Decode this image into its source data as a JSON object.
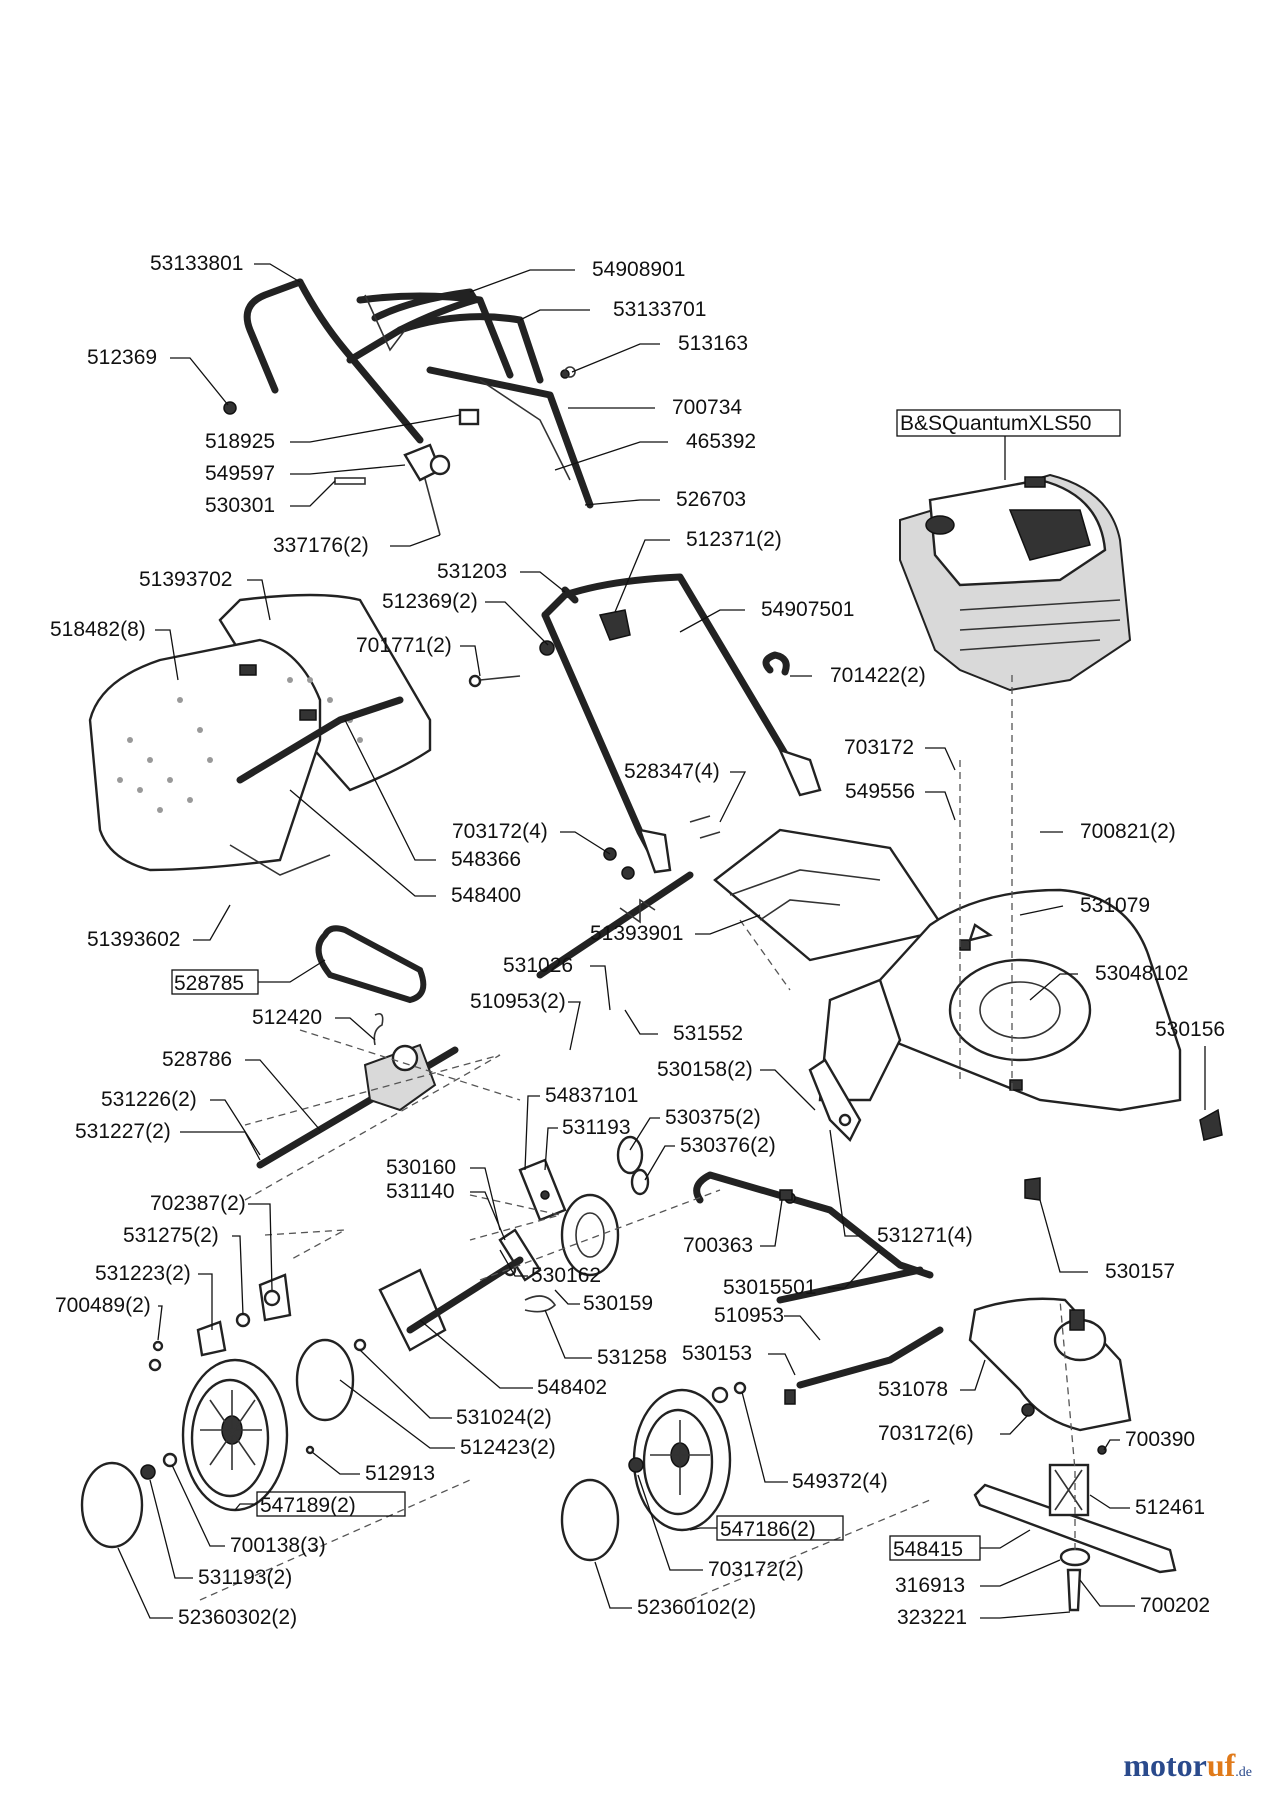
{
  "engine_label": "B&SQuantumXLS50",
  "labels": {
    "l53133801": "53133801",
    "l54908901": "54908901",
    "l53133701": "53133701",
    "l512369": "512369",
    "l513163": "513163",
    "l700734": "700734",
    "l518925": "518925",
    "l465392": "465392",
    "l549597": "549597",
    "l530301": "530301",
    "l526703": "526703",
    "l337176_2": "337176(2)",
    "l531203": "531203",
    "l512371_2": "512371(2)",
    "l51393702": "51393702",
    "l512369_2": "512369(2)",
    "l54907501": "54907501",
    "l518482_8": "518482(8)",
    "l701771_2": "701771(2)",
    "l701422_2": "701422(2)",
    "l703172_a": "703172",
    "l549556": "549556",
    "l528347_4": "528347(4)",
    "l700821_2": "700821(2)",
    "l703172_4": "703172(4)",
    "l548366": "548366",
    "l548400": "548400",
    "l531079": "531079",
    "l51393602": "51393602",
    "l51393901": "51393901",
    "l53048102": "53048102",
    "l528785": "528785",
    "l531026": "531026",
    "l510953_2": "510953(2)",
    "l531552": "531552",
    "l530156": "530156",
    "l512420": "512420",
    "l528786": "528786",
    "l530158_2": "530158(2)",
    "l54837101": "54837101",
    "l531226_2": "531226(2)",
    "l531193_a": "531193",
    "l530375_2": "530375(2)",
    "l531227_2": "531227(2)",
    "l530376_2": "530376(2)",
    "l530160": "530160",
    "l531140": "531140",
    "l702387_2": "702387(2)",
    "l531271_4": "531271(4)",
    "l531275_2": "531275(2)",
    "l700363": "700363",
    "l530157": "530157",
    "l531223_2": "531223(2)",
    "l530162": "530162",
    "l53015501": "53015501",
    "l700489_2": "700489(2)",
    "l530159": "530159",
    "l510953": "510953",
    "l531258": "531258",
    "l530153": "530153",
    "l531078": "531078",
    "l548402": "548402",
    "l531024_2": "531024(2)",
    "l703172_6": "703172(6)",
    "l700390": "700390",
    "l512423_2": "512423(2)",
    "l512913": "512913",
    "l549372_4": "549372(4)",
    "l512461": "512461",
    "l547189_2": "547189(2)",
    "l547186_2": "547186(2)",
    "l548415": "548415",
    "l700138_3": "700138(3)",
    "l703172_2": "703172(2)",
    "l316913": "316913",
    "l700202": "700202",
    "l531193_2": "531193(2)",
    "l323221": "323221",
    "l52360302_2": "52360302(2)",
    "l52360102_2": "52360102(2)"
  },
  "watermark": {
    "brand_a": "motor",
    "brand_b": "uf",
    "brand_c": ".de"
  }
}
